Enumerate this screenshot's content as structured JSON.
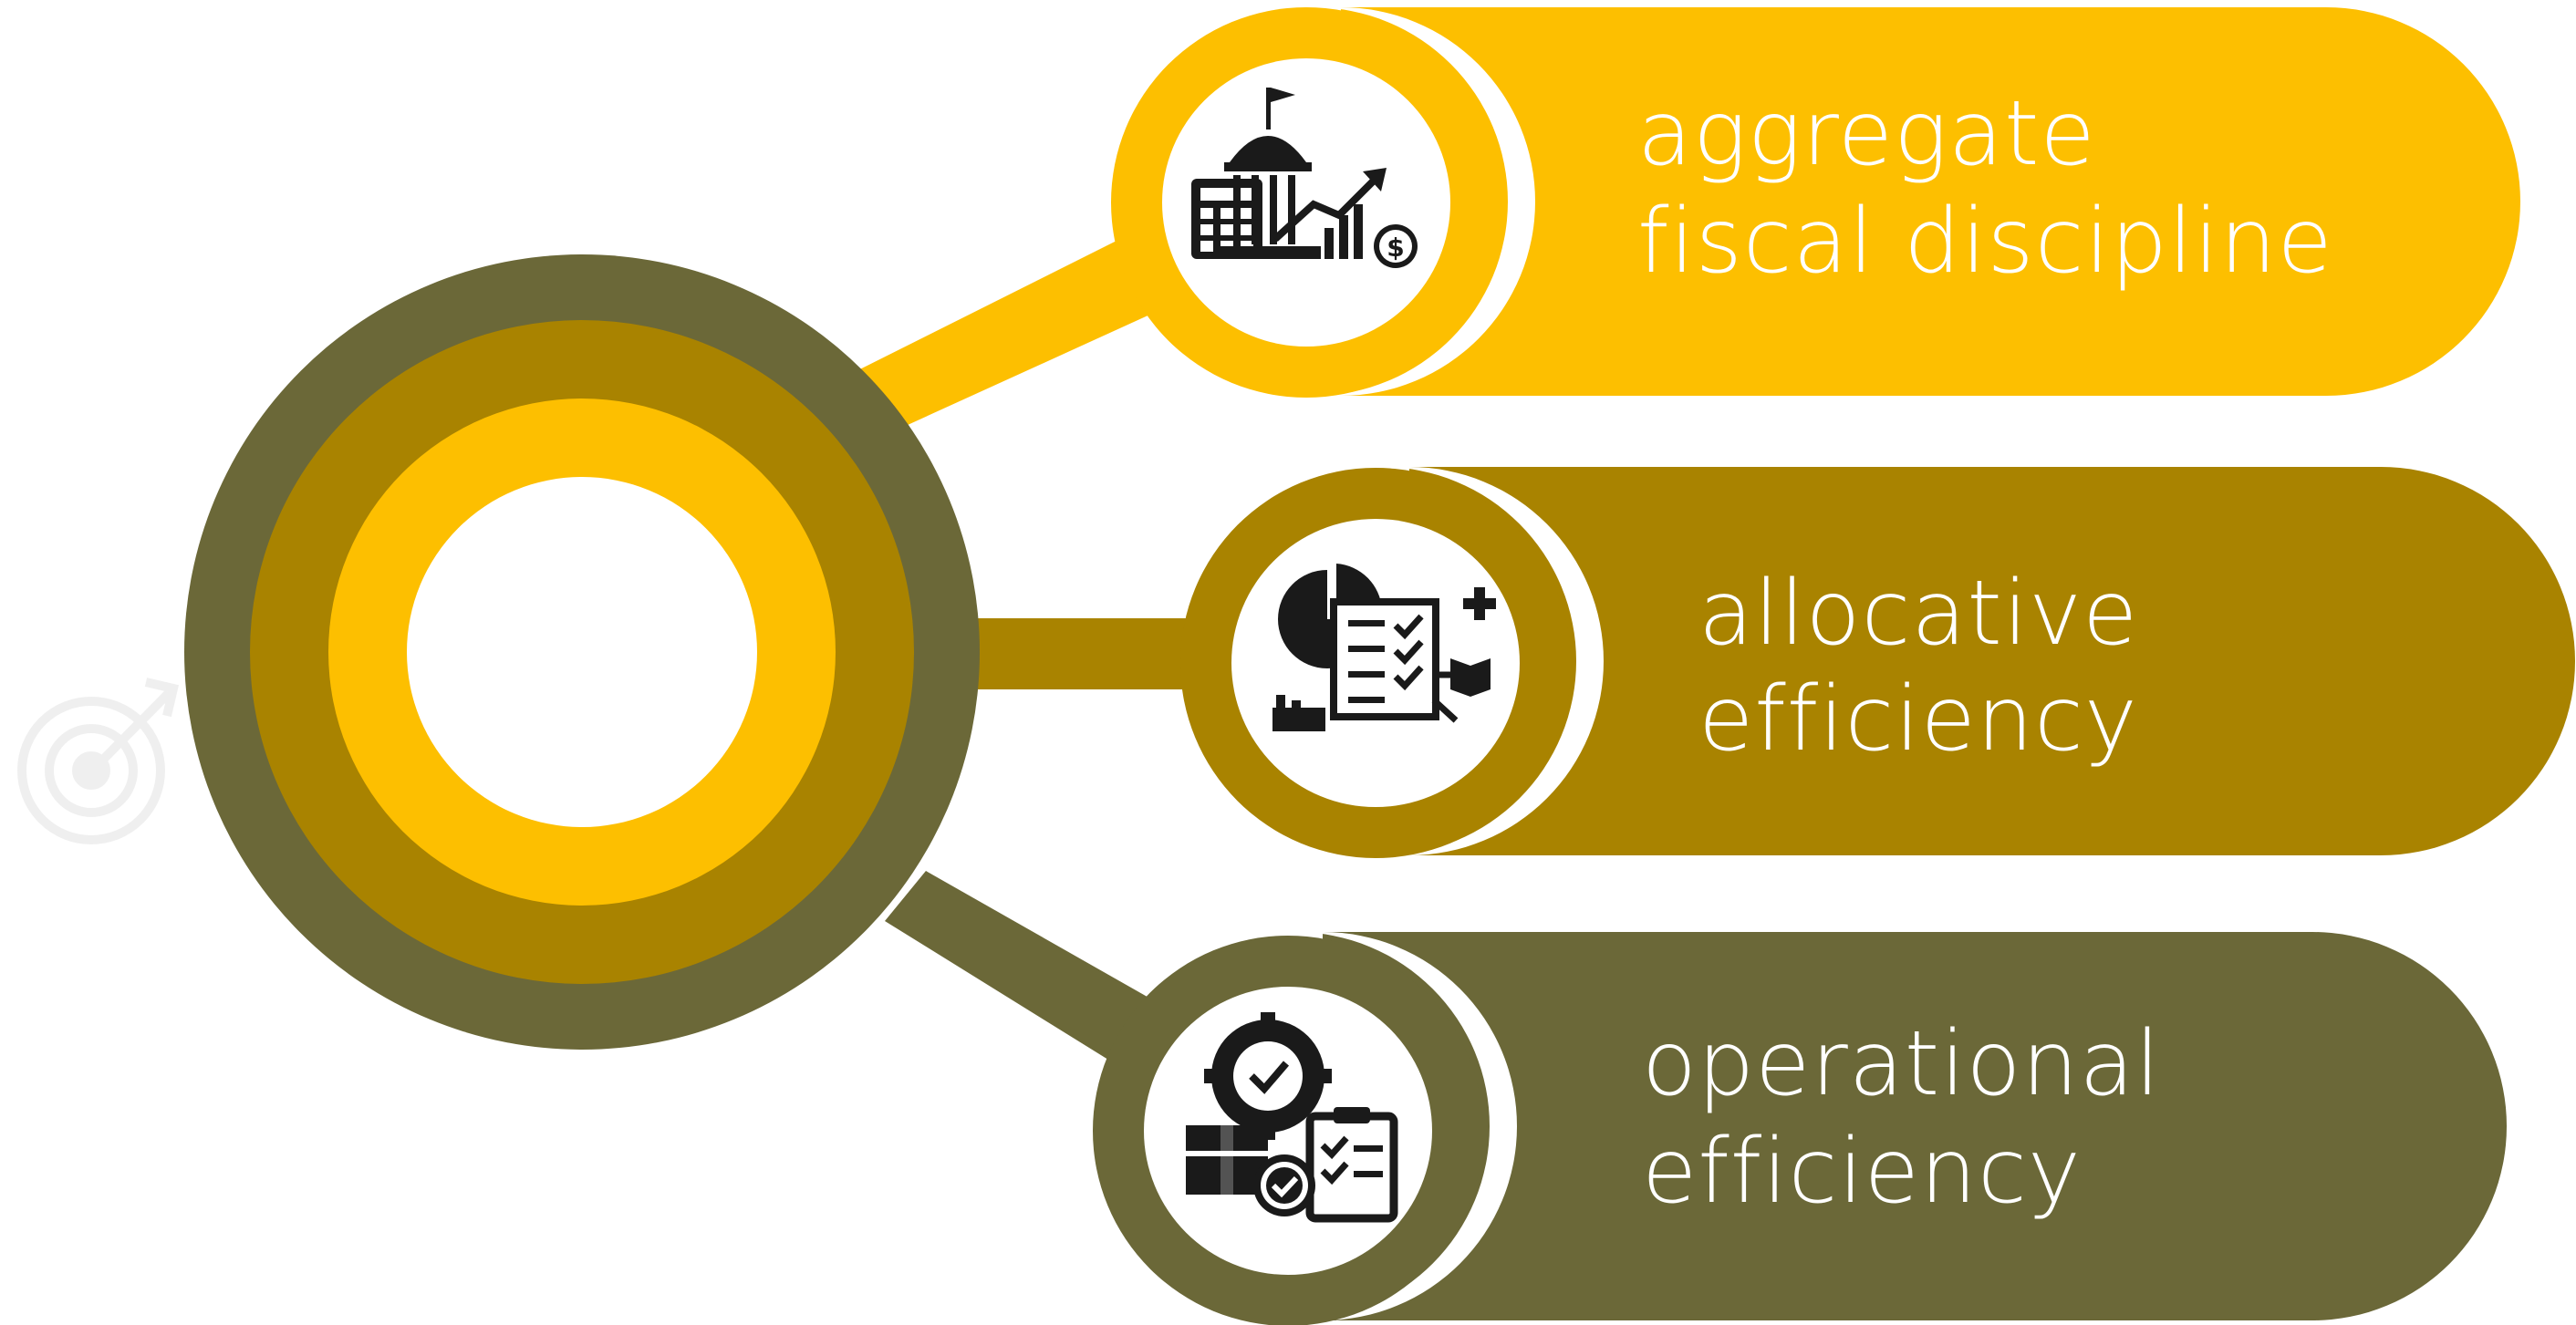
{
  "colors": {
    "gold": "#fdbf00",
    "ochre": "#a98300",
    "olive": "#6b6838",
    "text": "#ffffff",
    "icon": "#1a1a1a",
    "watermark": "#eeeeee"
  },
  "items": [
    {
      "line1": "aggregate",
      "line2": "fiscal discipline",
      "icon": "government-finance-icon",
      "color": "#fdbf00"
    },
    {
      "line1": "allocative",
      "line2": "efficiency",
      "icon": "resource-allocation-icon",
      "color": "#a98300"
    },
    {
      "line1": "operational",
      "line2": "efficiency",
      "icon": "operations-checklist-icon",
      "color": "#6b6838"
    }
  ],
  "watermark_icon": "target-icon"
}
